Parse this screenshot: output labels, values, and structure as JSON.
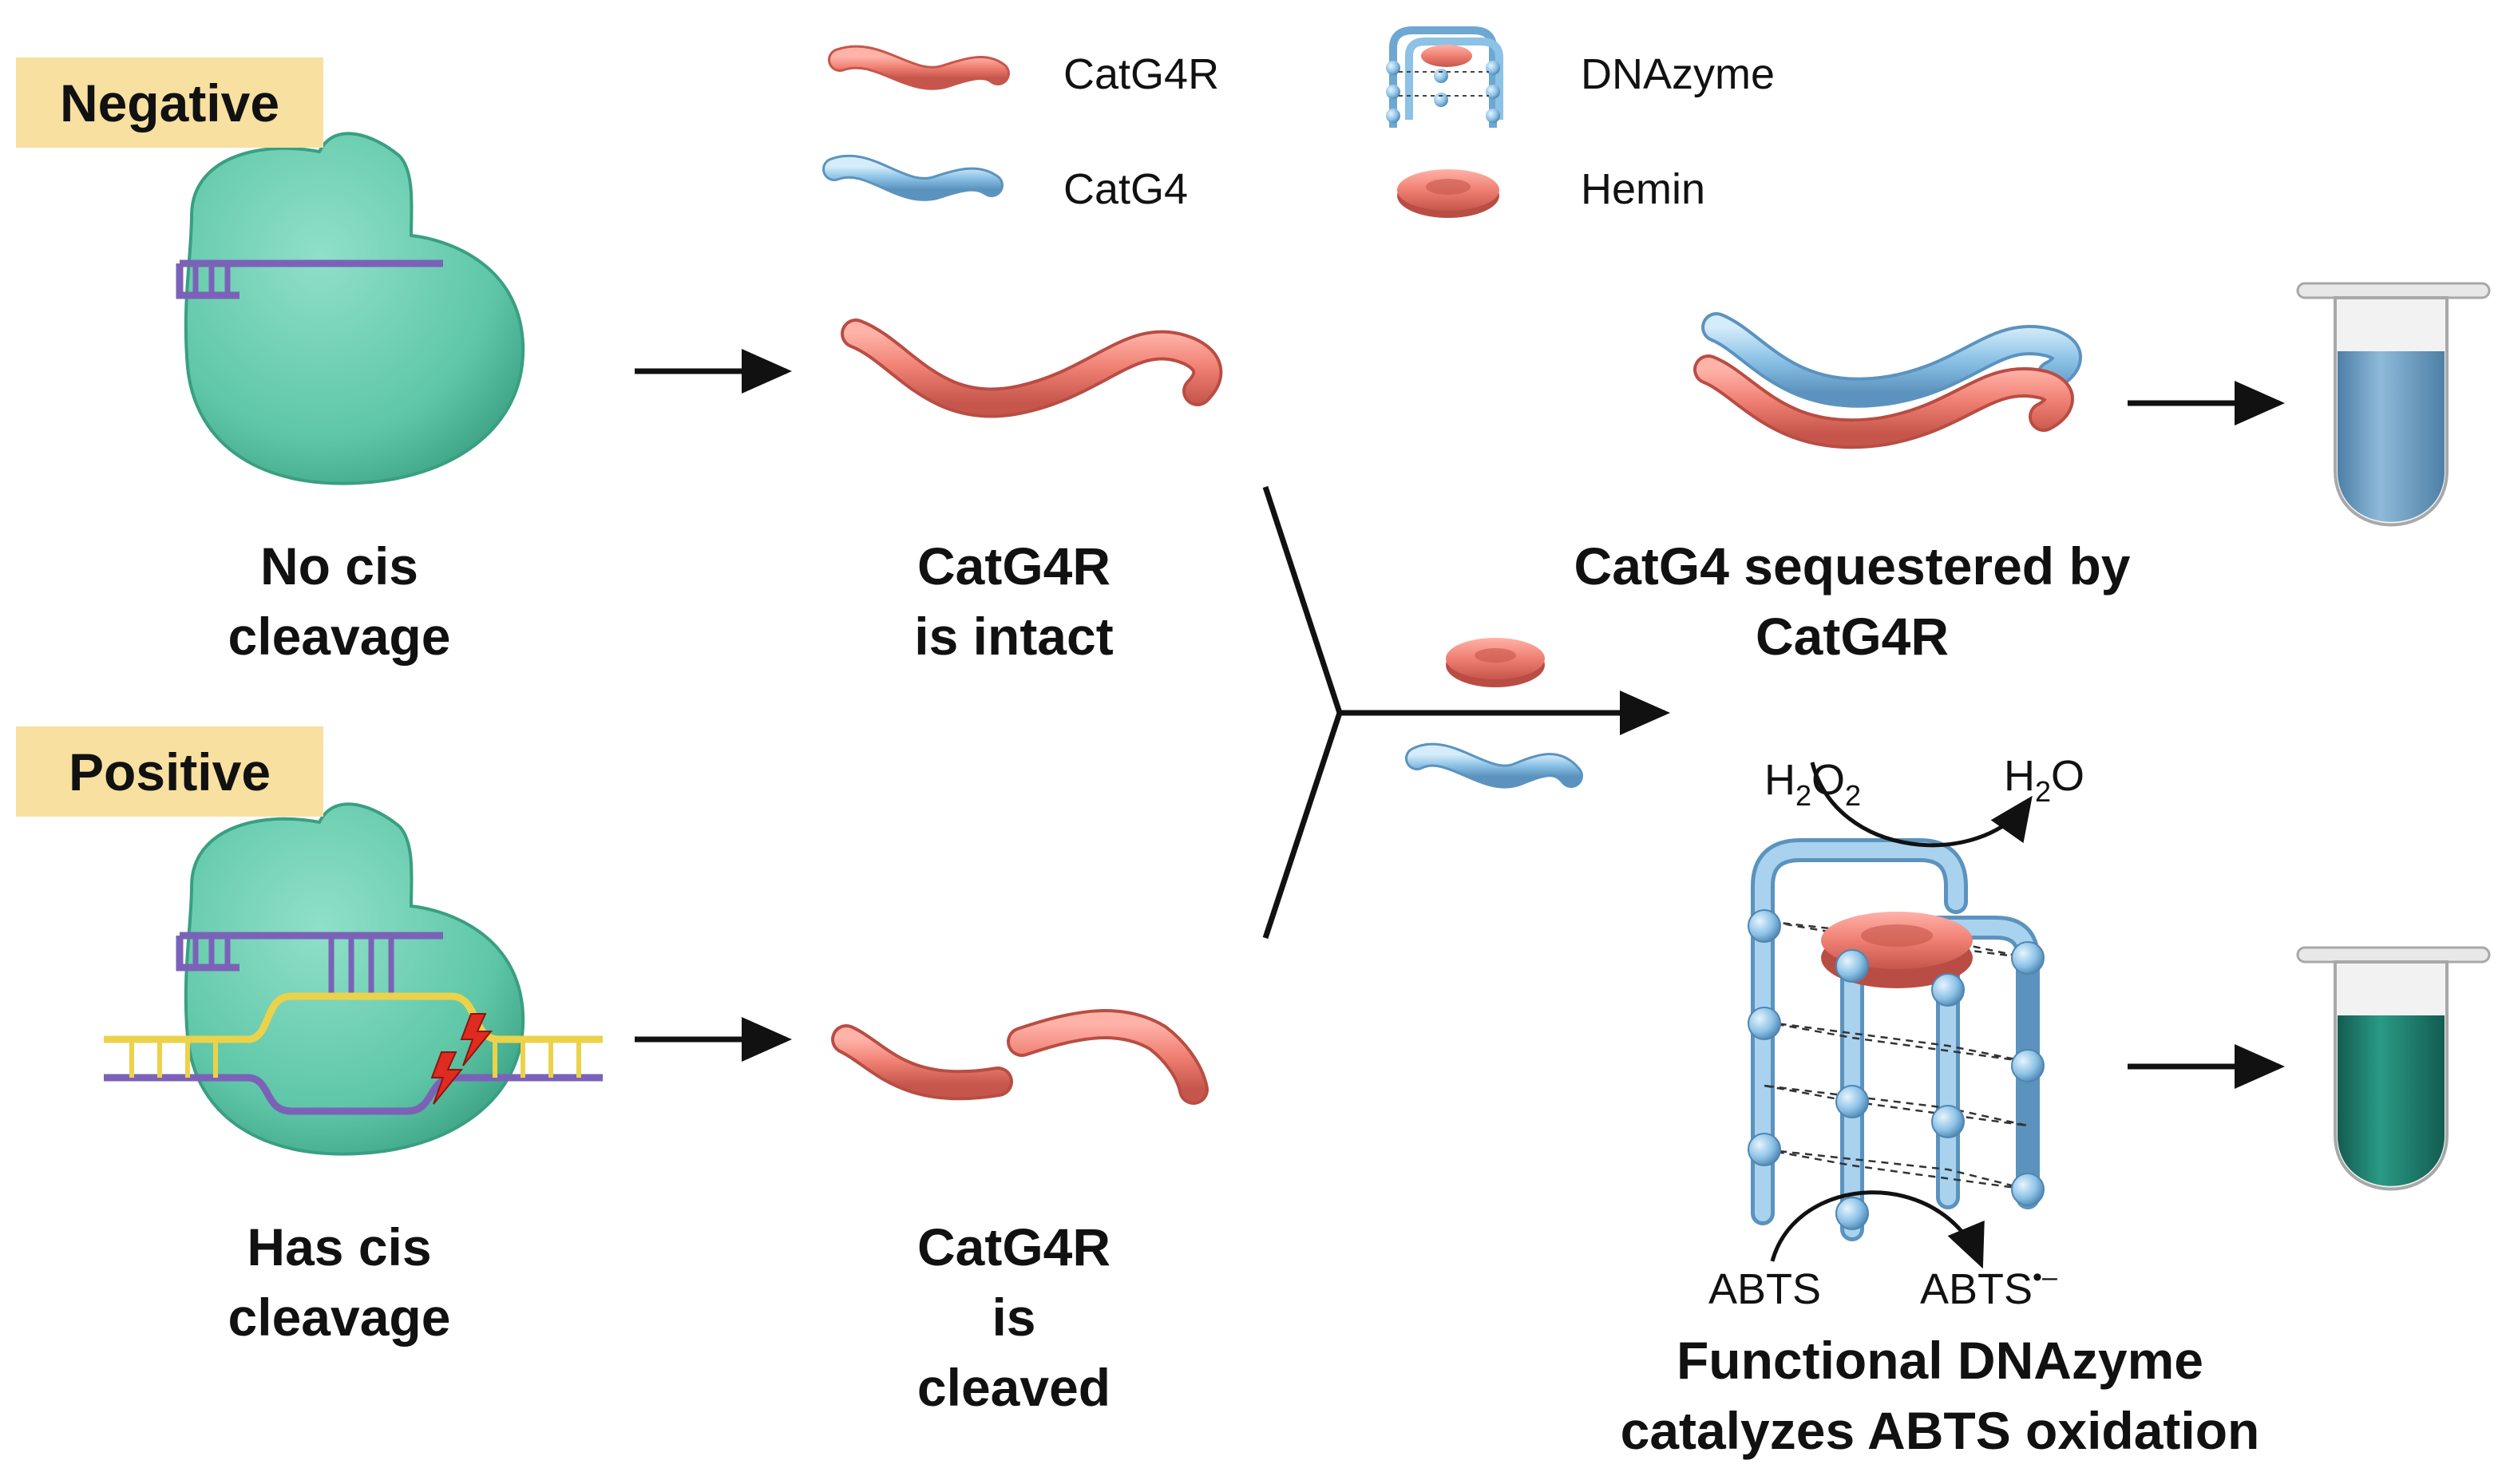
{
  "labels": {
    "negative": "Negative",
    "positive": "Positive"
  },
  "legend": {
    "catg4r": "CatG4R",
    "catg4": "CatG4",
    "dnazyme": "DNAzyme",
    "hemin": "Hemin"
  },
  "captions": {
    "no_cleavage_line1": "No cis",
    "no_cleavage_line2": "cleavage",
    "has_cleavage_line1": "Has cis",
    "has_cleavage_line2": "cleavage",
    "intact_line1": "CatG4R",
    "intact_line2": "is intact",
    "cleaved_line1": "CatG4R",
    "cleaved_line2": "is",
    "cleaved_line3": "cleaved",
    "sequestered_line1": "CatG4 sequestered by",
    "sequestered_line2": "CatG4R",
    "functional_line1": "Functional DNAzyme",
    "functional_line2": "catalyzes ABTS oxidation"
  },
  "reaction": {
    "h2o2_base": "H",
    "h2o2_sub1": "2",
    "h2o2_mid": "O",
    "h2o2_sub2": "2",
    "h2o_base": "H",
    "h2o_sub": "2",
    "h2o_end": "O",
    "abts": "ABTS",
    "abts_radical_base": "ABTS",
    "abts_radical_sup": "•–"
  },
  "colors": {
    "catg4r": "#ef7f72",
    "catg4": "#8cc2e6",
    "enzyme": "#5ec6a7",
    "tube_negative": "#6c9fc4",
    "tube_positive": "#1f7f6f",
    "label_bg": "#f7e0a0"
  },
  "icons": [
    "enzyme-icon",
    "strand-icon",
    "dnazyme-icon",
    "hemin-icon",
    "tube-icon",
    "arrow-icon",
    "cleavage-bolt-icon"
  ]
}
